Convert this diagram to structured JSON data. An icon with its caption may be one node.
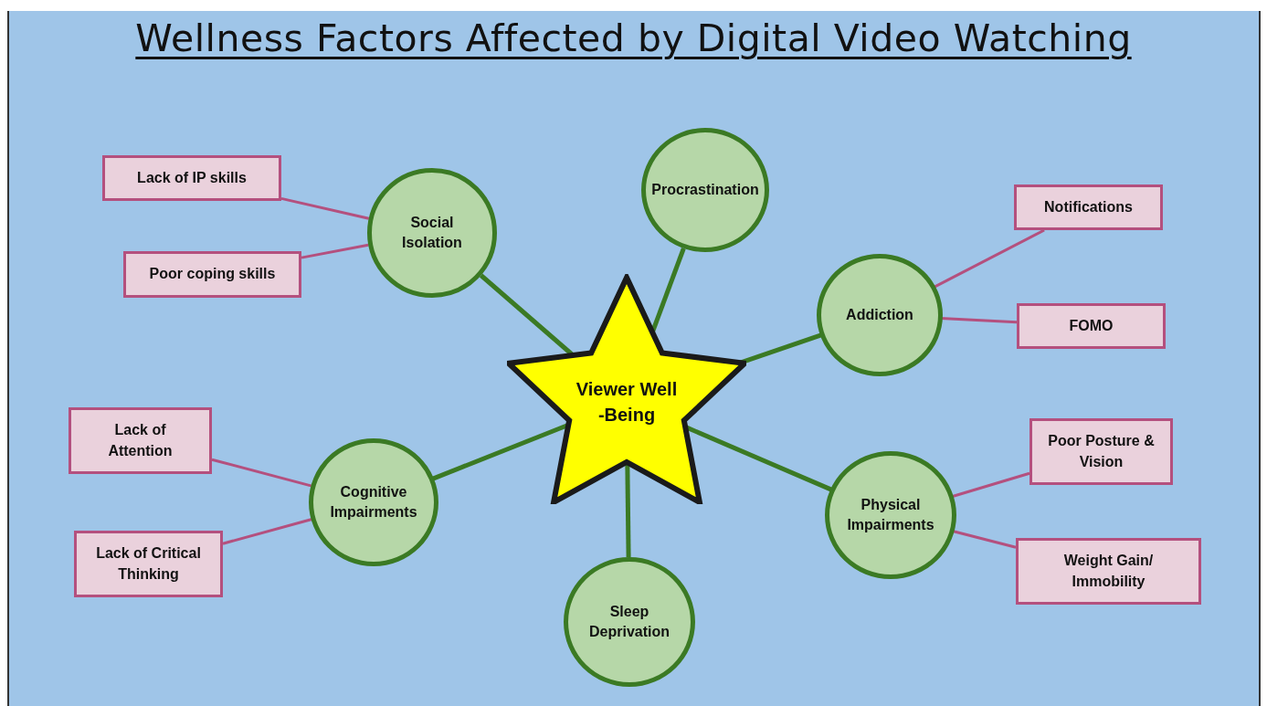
{
  "diagram": {
    "title": "Wellness Factors Affected by Digital Video Watching",
    "nodes": [
      {
        "text": [
          "Viewer Well -Being"
        ]
      },
      {
        "text": [
          "Social Isolation"
        ]
      },
      {
        "text": [
          "Procrastination"
        ]
      },
      {
        "text": [
          "Addiction"
        ]
      },
      {
        "text": [
          "Cognitive Impairments"
        ]
      },
      {
        "text": [
          "Sleep Deprivation"
        ]
      },
      {
        "text": [
          "Physical Impairments"
        ]
      },
      {
        "text": [
          "Lack of IP skills"
        ]
      },
      {
        "text": [
          "Poor coping skills"
        ]
      },
      {
        "text": [
          "Notifications"
        ]
      },
      {
        "text": [
          "FOMO"
        ]
      },
      {
        "text": [
          "Lack of Attention"
        ]
      },
      {
        "text": [
          "Lack of Critical Thinking"
        ]
      },
      {
        "text": [
          "Poor Posture & Vision"
        ]
      },
      {
        "text": [
          "Weight Gain/ Immobility"
        ]
      }
    ],
    "edges": [
      {
        "from": 0,
        "to": 1,
        "arrow": "none",
        "color": "#3b7a24"
      },
      {
        "from": 0,
        "to": 2,
        "arrow": "none",
        "color": "#3b7a24"
      },
      {
        "from": 0,
        "to": 3,
        "arrow": "none",
        "color": "#3b7a24"
      },
      {
        "from": 0,
        "to": 4,
        "arrow": "none",
        "color": "#3b7a24"
      },
      {
        "from": 0,
        "to": 5,
        "arrow": "none",
        "color": "#3b7a24"
      },
      {
        "from": 0,
        "to": 6,
        "arrow": "none",
        "color": "#3b7a24"
      },
      {
        "from": 1,
        "to": 7,
        "arrow": "none"
      },
      {
        "from": 1,
        "to": 8,
        "arrow": "none"
      },
      {
        "from": 3,
        "to": 9,
        "arrow": "none"
      },
      {
        "from": 3,
        "to": 10,
        "arrow": "none"
      },
      {
        "from": 4,
        "to": 11,
        "arrow": "none"
      },
      {
        "from": 4,
        "to": 12,
        "arrow": "none"
      },
      {
        "from": 6,
        "to": 13,
        "arrow": "none"
      },
      {
        "from": 6,
        "to": 14,
        "arrow": "none"
      }
    ]
  }
}
